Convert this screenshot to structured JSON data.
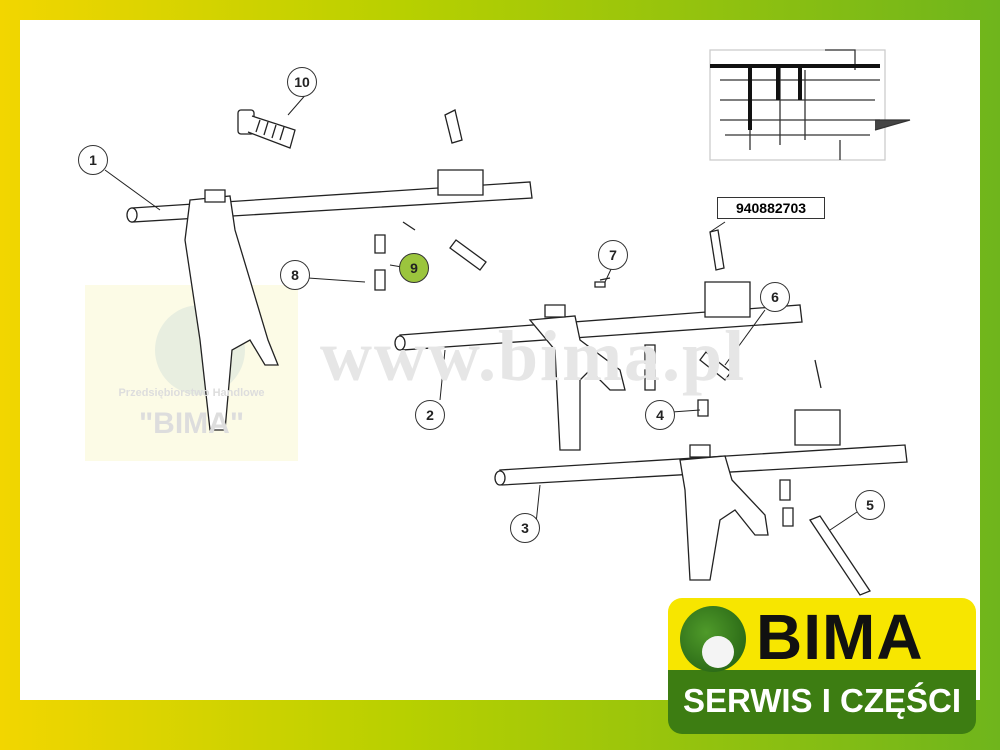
{
  "watermark": {
    "url": "www.bima.pl",
    "company": "Przedsiębiorstwo Handlowe",
    "name": "\"BIMA\""
  },
  "callouts": [
    "1",
    "2",
    "3",
    "4",
    "5",
    "6",
    "7",
    "8",
    "9",
    "10"
  ],
  "part_number": "940882703",
  "highlight_color": "#9bc53d",
  "logo": {
    "brand": "BIMA",
    "tagline": "SERWIS I CZĘŚCI"
  }
}
